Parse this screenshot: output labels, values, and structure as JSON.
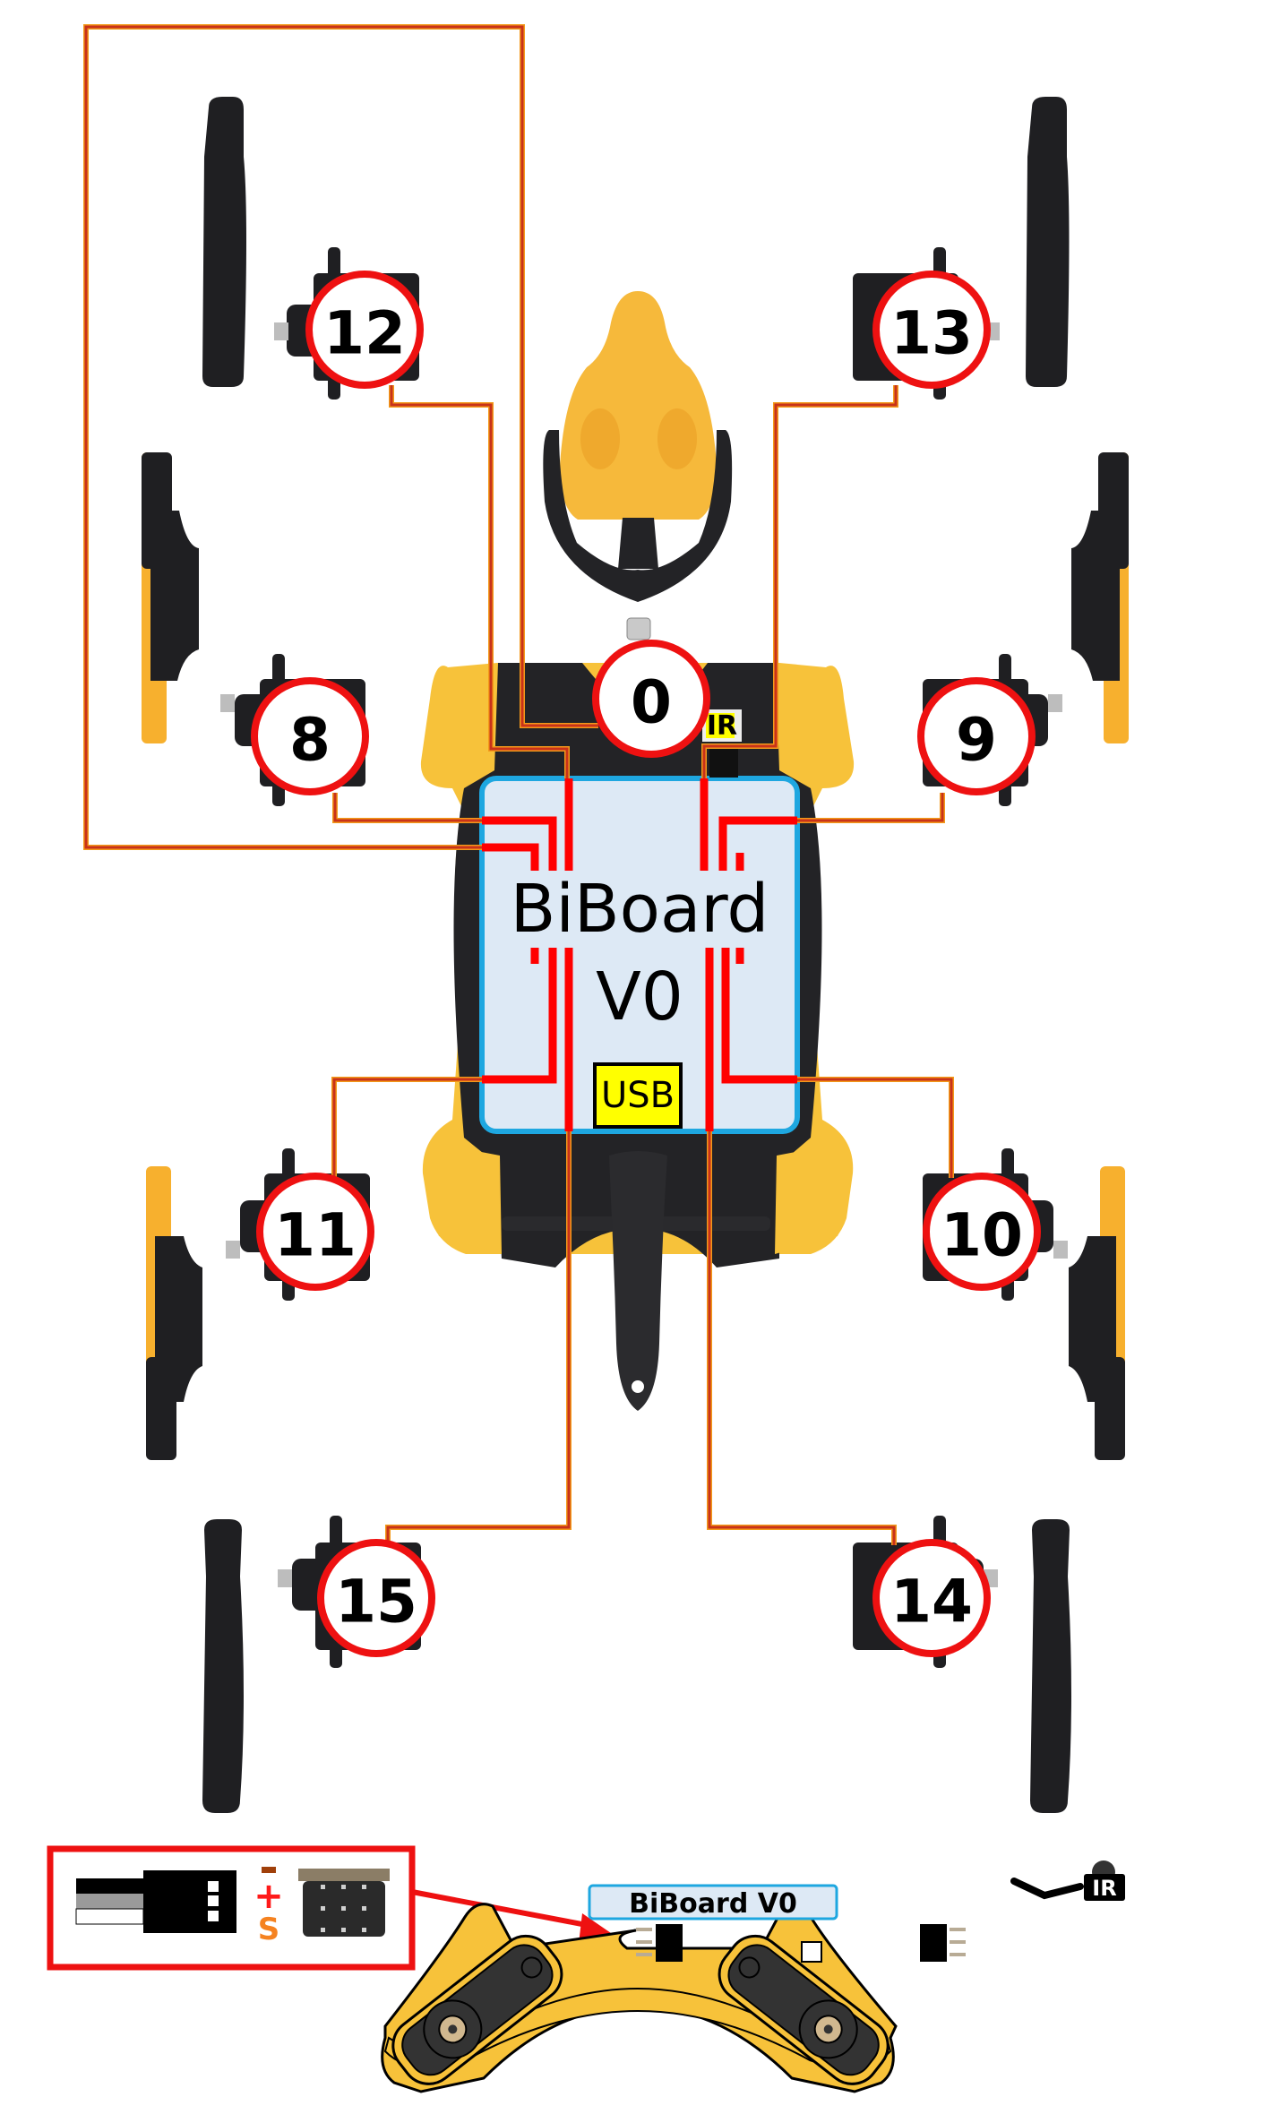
{
  "title": "BiBoard V0 servo wiring map",
  "board": {
    "label_line1": "BiBoard",
    "label_line2": "V0",
    "usb_label": "USB",
    "ir_label": "IR",
    "fill_color": "#dde9f5",
    "border_color": "#1ea7e0"
  },
  "servos": [
    {
      "id": "servo-12",
      "number": "12",
      "position": "front-left-upper"
    },
    {
      "id": "servo-13",
      "number": "13",
      "position": "front-right-upper"
    },
    {
      "id": "servo-0",
      "number": "0",
      "position": "head"
    },
    {
      "id": "servo-8",
      "number": "8",
      "position": "front-left-shoulder"
    },
    {
      "id": "servo-9",
      "number": "9",
      "position": "front-right-shoulder"
    },
    {
      "id": "servo-11",
      "number": "11",
      "position": "rear-left-shoulder"
    },
    {
      "id": "servo-10",
      "number": "10",
      "position": "rear-right-shoulder"
    },
    {
      "id": "servo-15",
      "number": "15",
      "position": "rear-left-lower"
    },
    {
      "id": "servo-14",
      "number": "14",
      "position": "rear-right-lower"
    }
  ],
  "connector_legend": {
    "pin_minus": "−",
    "pin_plus": "+",
    "pin_signal": "S",
    "minus_color": "#a0400a",
    "plus_color": "#ff1a1a",
    "signal_color": "#f58220"
  },
  "side_view": {
    "board_label": "BiBoard V0",
    "ir_label": "IR"
  },
  "colors": {
    "label_ring": "#ee1111",
    "wire": "#d9431e",
    "body_yellow": "#f7c23a",
    "part_black": "#1f1f22"
  }
}
